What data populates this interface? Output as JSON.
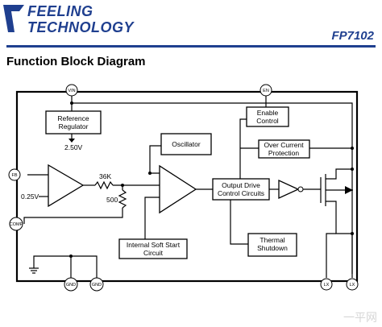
{
  "header": {
    "logo_line_1": "FEELING",
    "logo_line_2": "TECHNOLOGY",
    "part_number": "FP7102",
    "brand_color": "#1f3f8f"
  },
  "section_title": "Function Block Diagram",
  "blocks": {
    "reference_regulator": [
      "Reference",
      "Regulator"
    ],
    "oscillator": "Oscillator",
    "enable_control": [
      "Enable",
      "Control"
    ],
    "over_current_protection": [
      "Over Current",
      "Protection"
    ],
    "output_drive_control": [
      "Output Drive",
      "Control Circuits"
    ],
    "thermal_shutdown": [
      "Thermal",
      "Shutdown"
    ],
    "internal_soft_start": [
      "Internal Soft Start",
      "Circuit"
    ]
  },
  "pins": {
    "vin": "VIN",
    "en": "EN",
    "fb": "FB",
    "comp": "COMP",
    "gnd_1": "GND",
    "gnd_2": "GND",
    "lx_1": "LX",
    "lx_2": "LX"
  },
  "values": {
    "ref_out": "2.50V",
    "ref_in": "0.25V",
    "r1": "36K",
    "r2": "500"
  },
  "watermark": "一平网"
}
